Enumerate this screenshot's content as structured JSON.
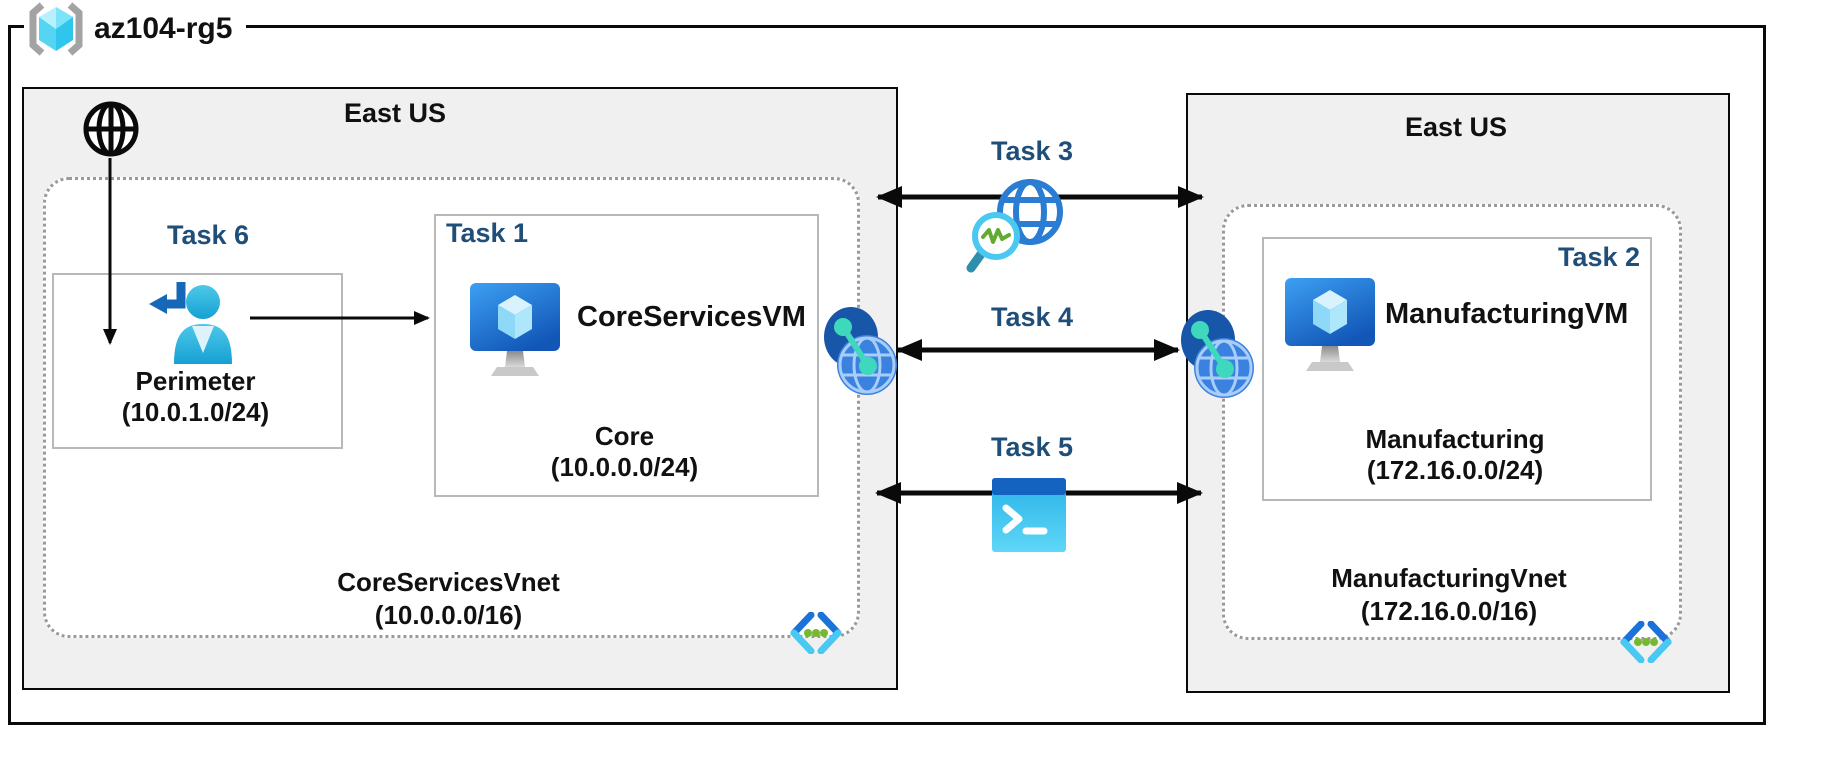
{
  "resource_group": {
    "label": "az104-rg5"
  },
  "regions": {
    "left": {
      "title": "East US",
      "vnet": {
        "name": "CoreServicesVnet",
        "cidr": "(10.0.0.0/16)"
      },
      "perimeter": {
        "task_label": "Task 6",
        "name": "Perimeter",
        "cidr": "(10.0.1.0/24)"
      },
      "vm_box": {
        "task_label": "Task 1",
        "vm_name": "CoreServicesVM",
        "subnet_name": "Core",
        "subnet_cidr": "(10.0.0.0/24)"
      }
    },
    "right": {
      "title": "East US",
      "vnet": {
        "name": "ManufacturingVnet",
        "cidr": "(172.16.0.0/16)"
      },
      "vm_box": {
        "task_label": "Task 2",
        "vm_name": "ManufacturingVM",
        "subnet_name": "Manufacturing",
        "subnet_cidr": "(172.16.0.0/24)"
      }
    }
  },
  "connections": {
    "task3": {
      "label": "Task 3"
    },
    "task4": {
      "label": "Task 4"
    },
    "task5": {
      "label": "Task 5"
    }
  },
  "icons": {
    "resource_group": "resource-group-icon",
    "internet": "internet-globe-icon",
    "guest_user": "guest-user-icon",
    "virtual_machine": "virtual-machine-icon",
    "vnet_peering": "vnet-peering-icon",
    "network_watcher": "network-watcher-icon",
    "cloud_shell": "cloud-shell-icon",
    "virtual_network": "virtual-network-icon"
  },
  "colors": {
    "task_label_blue": "#1f4e79",
    "azure_blue": "#1565c0",
    "cyan": "#35c1f1",
    "teal": "#3ed9bc",
    "green_dot": "#76b832",
    "region_bg": "#f0f0f0",
    "box_border_gray": "#b8b8b8",
    "dotted_border_gray": "#9a9a9a"
  }
}
